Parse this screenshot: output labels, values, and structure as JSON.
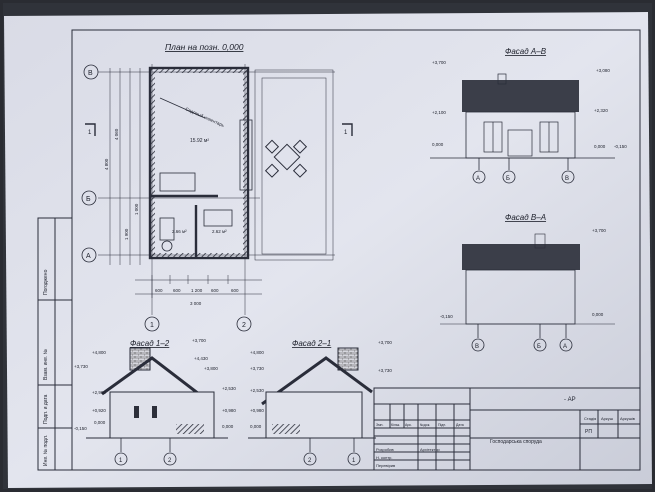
{
  "plan": {
    "title": "План на позн. 0,000",
    "room_main": "15.92 м²",
    "room_small_a": "2.66 м²",
    "room_small_b": "2.62 м²",
    "note": "Садовый инвентарь",
    "axes": {
      "top": "В",
      "mid": "Б",
      "bottom": "А",
      "col1": "1",
      "col2": "2"
    },
    "section_mark": "1",
    "dims_bottom": [
      "600",
      "600",
      "1 200",
      "600",
      "600"
    ],
    "dim_total": "3 000",
    "dims_left": [
      "4 800",
      "4 060",
      "1 900",
      "1 000"
    ]
  },
  "facade_ab": {
    "title": "Фасад А–В",
    "levels_left": [
      "+3,700",
      "+2,100",
      "0,000"
    ],
    "levels_right": [
      "+3,080",
      "+2,320",
      "0,000",
      "-0,150"
    ],
    "axes": [
      "А",
      "Б",
      "В"
    ]
  },
  "facade_ba": {
    "title": "Фасад В–А",
    "levels_right": [
      "+3,700",
      "0,000"
    ],
    "levels_left": [
      "-0,150"
    ],
    "axes": [
      "В",
      "Б",
      "А"
    ]
  },
  "facade_12": {
    "title": "Фасад 1–2",
    "levels_left": [
      "+4,800",
      "+3,730",
      "+2,900",
      "+0,920",
      "0,000",
      "-0,150"
    ],
    "levels_right": [
      "+3,700",
      "+4,430",
      "+3,800",
      "+2,530",
      "+0,980",
      "0,000"
    ],
    "axes": [
      "1",
      "2"
    ]
  },
  "facade_21": {
    "title": "Фасад 2–1",
    "levels_left": [
      "+4,800",
      "+3,730",
      "+2,530",
      "+0,980",
      "0,000"
    ],
    "levels_right": [
      "+3,700",
      "+3,730"
    ],
    "axes": [
      "2",
      "1"
    ]
  },
  "title_block": {
    "code": "- АР",
    "name": "Господарська споруда",
    "cols": [
      "Стадія",
      "Аркуш",
      "Аркушів"
    ],
    "stage": "РП",
    "row_labels": [
      "Змн.",
      "Кільк.",
      "Арк.",
      "№док.",
      "Підп.",
      "Дата"
    ],
    "people": [
      "Розробив",
      "Н. контр.",
      "Перевірив"
    ],
    "signer": "Архітектор"
  },
  "side_stamps": [
    "Погоджено",
    "Взам. инв. №",
    "Подп. и дата",
    "Инв. № подл."
  ]
}
